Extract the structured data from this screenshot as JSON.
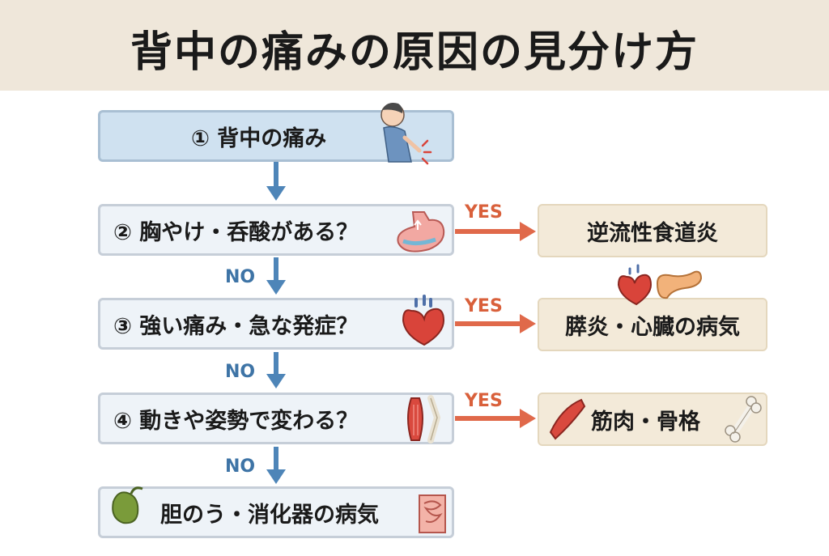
{
  "title": "背中の痛みの原因の見分け方",
  "nodes": {
    "start": "① 背中の痛み",
    "q2": "② 胸やけ・呑酸がある？",
    "q3": "③ 強い痛み・急な発症？",
    "q4": "④ 動きや姿勢で変わる？",
    "end": "胆のう・消化器の病気"
  },
  "results": {
    "r2": "逆流性食道炎",
    "r3": "膵炎・心臓の病気",
    "r4": "筋肉・骨格"
  },
  "edges": {
    "yes": "YES",
    "no": "NO"
  },
  "colors": {
    "yes_arrow": "#e0694a",
    "no_arrow": "#4e85b8",
    "title_band": "#efe7da",
    "question_fill": "#eef3f8",
    "start_fill": "#cfe1f0",
    "result_fill": "#f3ead9"
  },
  "icons": [
    "person-back-pain-icon",
    "stomach-icon",
    "heart-icon",
    "pancreas-icon",
    "muscle-icon",
    "knee-joint-icon",
    "bone-icon",
    "gallbladder-icon",
    "intestine-icon"
  ]
}
